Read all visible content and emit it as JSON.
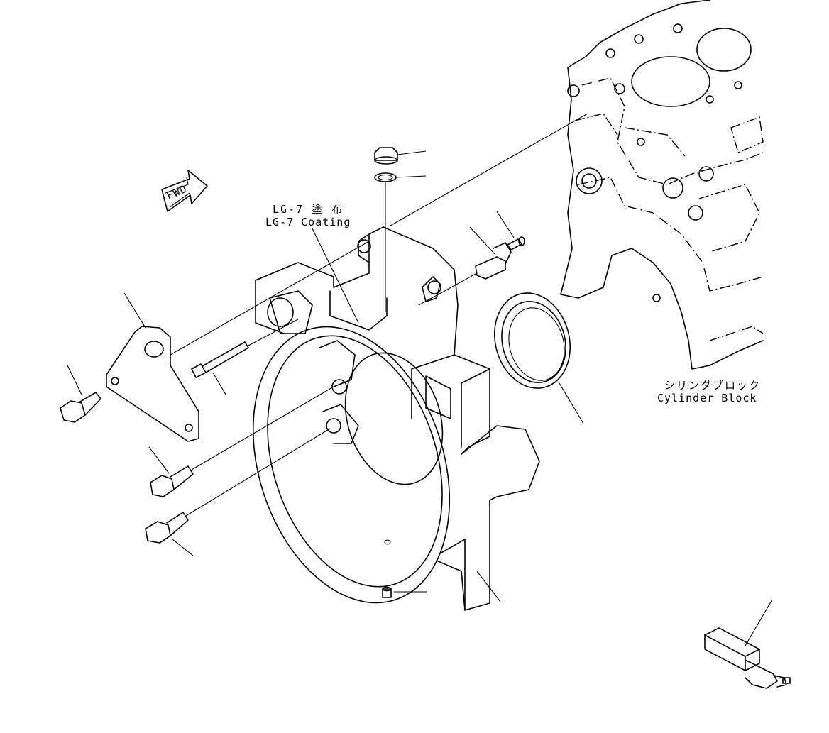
{
  "labels": {
    "fwd": "FWD",
    "coating_jp": "LG-7 塗 布",
    "coating_en": "LG-7 Coating",
    "block_jp": "シリンダブロック",
    "block_en": "Cylinder Block"
  }
}
